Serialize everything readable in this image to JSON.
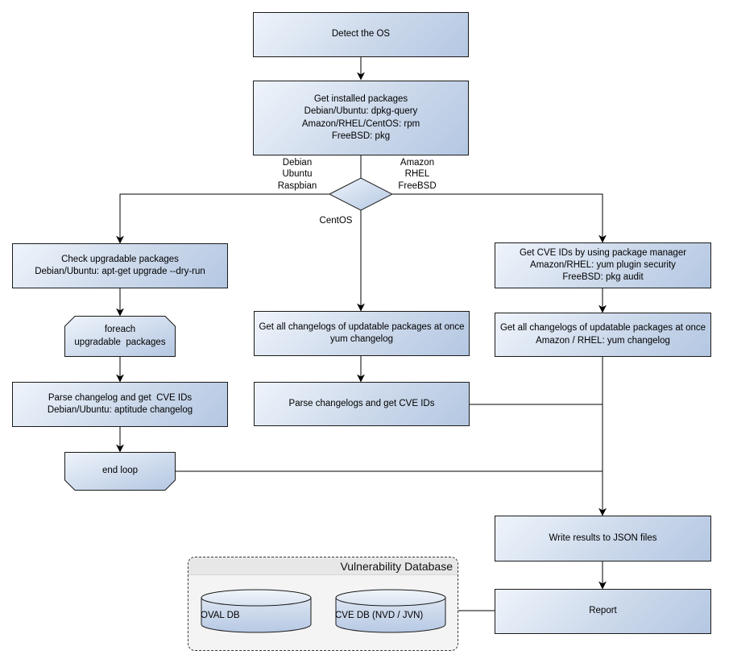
{
  "nodes": {
    "detect_os": {
      "label": "Detect the OS"
    },
    "get_installed_packages": {
      "label": "Get installed packages\nDebian/Ubuntu: dpkg-query\nAmazon/RHEL/CentOS: rpm\nFreeBSD: pkg"
    },
    "check_upgradable": {
      "label": "Check upgradable packages\nDebian/Ubuntu: apt-get upgrade --dry-run"
    },
    "foreach_loop": {
      "label": "foreach\nupgradable  packages"
    },
    "parse_changelog_debian": {
      "label": "Parse changelog and get  CVE IDs\nDebian/Ubuntu: aptitude changelog"
    },
    "end_loop": {
      "label": "end loop"
    },
    "get_changelogs_centos": {
      "label": "Get all changelogs of updatable packages at once\nyum changelog"
    },
    "parse_changelogs_centos": {
      "label": "Parse changelogs and get CVE IDs"
    },
    "get_cve_pkg_manager": {
      "label": "Get CVE IDs by using package manager\nAmazon/RHEL: yum plugin security\nFreeBSD: pkg audit"
    },
    "get_changelogs_amazon": {
      "label": "Get all changelogs of updatable packages at once\nAmazon / RHEL: yum changelog"
    },
    "write_json": {
      "label": "Write results to JSON files"
    },
    "report": {
      "label": "Report"
    }
  },
  "edge_labels": {
    "debian_branch": "Debian\nUbuntu\nRaspbian",
    "amazon_branch": "Amazon\nRHEL\nFreeBSD",
    "centos_branch": "CentOS"
  },
  "vulnerability_database": {
    "title": "Vulnerability Database",
    "oval_db": "OVAL DB",
    "cve_db": "CVE DB (NVD / JVN)"
  },
  "colors": {
    "node_fill_light": "#eff4fb",
    "node_fill_dark": "#b4c7e2",
    "stroke": "#1a1a1a",
    "container_fill": "#f4f4f4",
    "container_header": "#e7e7e7"
  }
}
